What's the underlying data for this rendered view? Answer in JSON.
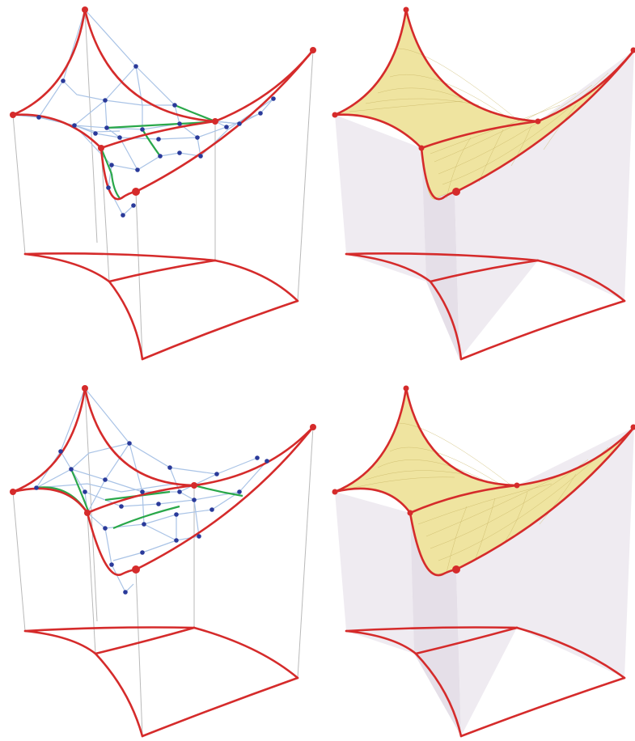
{
  "figure": {
    "panels": [
      {
        "id": "top-left",
        "style": "control-net"
      },
      {
        "id": "top-right",
        "style": "surface"
      },
      {
        "id": "bottom-left",
        "style": "control-net"
      },
      {
        "id": "bottom-right",
        "style": "surface"
      }
    ],
    "colors": {
      "boundary_curve": "#d52b2b",
      "control_net": "#a9c3e6",
      "control_point": "#2a3a9a",
      "highlight_curve": "#2aa84a",
      "surface_fill": "#efe4a0",
      "curtain": "#ece7ee",
      "vertical_line": "#b9b9b9"
    }
  }
}
